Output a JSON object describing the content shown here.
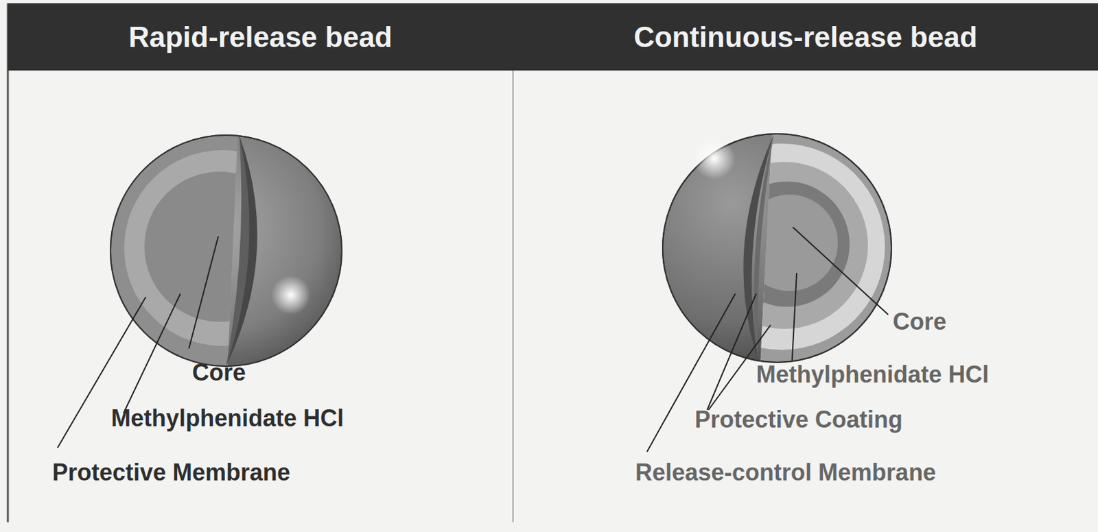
{
  "diagram": {
    "nodes": [
      {
        "text": [
          "Rapid-release bead"
        ]
      },
      {
        "text": [
          "Continuous-release bead"
        ]
      }
    ],
    "labels": [
      "Core",
      "Methylphenidate HCl",
      "Protective Membrane",
      "Core",
      "Methylphenidate HCl",
      "Protective Coating",
      "Release-control Membrane"
    ]
  }
}
